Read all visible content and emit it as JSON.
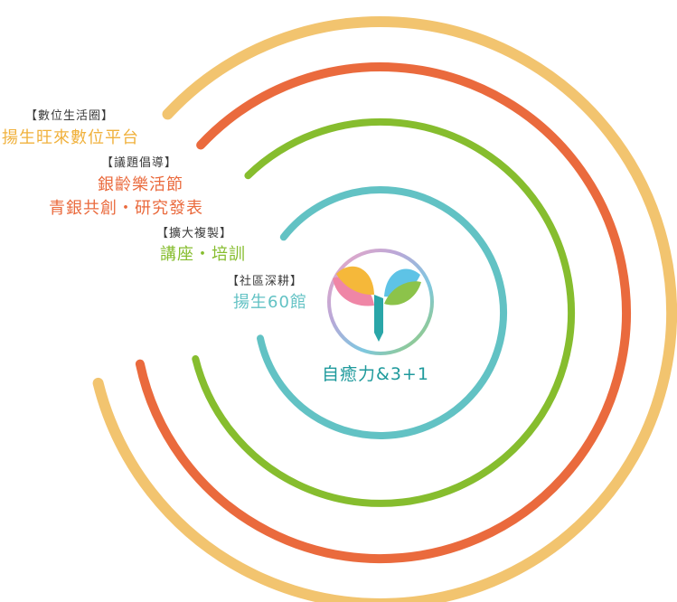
{
  "colors": {
    "outer": "#f2c46f",
    "second": "#ea6a3d",
    "third": "#86bd2e",
    "inner": "#62c2c4",
    "center_text": "#1f9a9c",
    "seed_pink": "#ef86a6",
    "seed_yellow": "#f5b83a",
    "seed_blue": "#5ec3e6",
    "seed_green": "#8cc34a",
    "stem": "#2aa6a8"
  },
  "rings": [
    {
      "tag": "【數位生活圈】",
      "lines": [
        "揚生旺來數位平台"
      ]
    },
    {
      "tag": "【議題倡導】",
      "lines": [
        "銀齡樂活節",
        "青銀共創・研究發表"
      ]
    },
    {
      "tag": "【擴大複製】",
      "lines": [
        "講座・培訓"
      ]
    },
    {
      "tag": "【社區深耕】",
      "lines": [
        "揚生60館"
      ]
    }
  ],
  "center": {
    "label": "自癒力&3+1",
    "icon": "sprout-logo-icon"
  }
}
